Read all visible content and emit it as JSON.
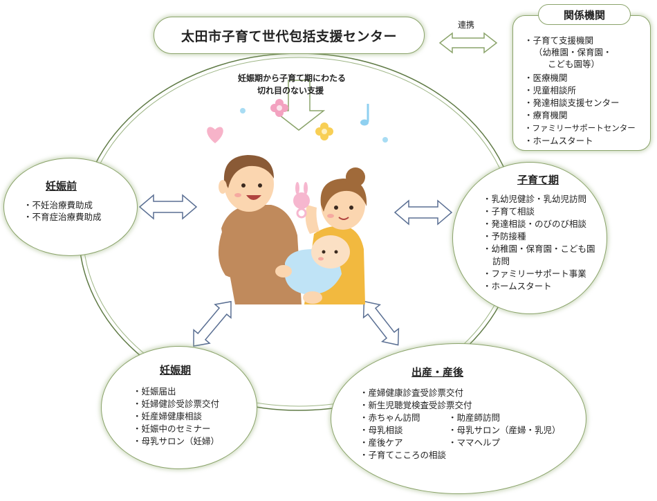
{
  "center": {
    "title": "太田市子育て世代包括支援センター"
  },
  "connector": {
    "label": "連携"
  },
  "support": {
    "line1": "妊娠期から子育て期にわたる",
    "line2": "切れ目のない支援"
  },
  "kikan": {
    "title": "関係機関",
    "items": [
      "・子育て支援機関",
      "（幼稚園・保育園・",
      "こども園等）",
      "・医療機関",
      "・児童相談所",
      "・発達相談支援センター",
      "・療育機関",
      "・ファミリーサポートセンター",
      "・ホームスタート"
    ]
  },
  "ninshinmae": {
    "title": "妊娠前",
    "items": [
      "・不妊治療費助成",
      "・不育症治療費助成"
    ]
  },
  "kosodate": {
    "title": "子育て期",
    "items": [
      "・乳幼児健診・乳幼児訪問",
      "・子育て相談",
      "・発達相談・のびのび相談",
      "・予防接種",
      "・幼稚園・保育園・こども園",
      "訪問",
      "・ファミリーサポート事業",
      "・ホームスタート"
    ]
  },
  "ninshinki": {
    "title": "妊娠期",
    "items": [
      "・妊娠届出",
      "・妊婦健診受診票交付",
      "・妊産婦健康相談",
      "・妊娠中のセミナー",
      "・母乳サロン（妊婦）"
    ]
  },
  "shussan": {
    "title": "出産・産後",
    "items_wide": [
      "・産婦健康診査受診票交付",
      "・新生児聴覚検査受診票交付"
    ],
    "col1": [
      "・赤ちゃん訪問",
      "・母乳相談",
      "・産後ケア"
    ],
    "col2": [
      "・助産師訪問",
      "・母乳サロン（産婦・乳児）",
      "・ママヘルプ"
    ],
    "items_last": [
      "・子育てこころの相談"
    ]
  },
  "colors": {
    "bubble_border": "#8aa36a",
    "ring": "#5f7a45",
    "arrow_stroke": "#5a6f93",
    "arrow_fill": "#ffffff"
  }
}
